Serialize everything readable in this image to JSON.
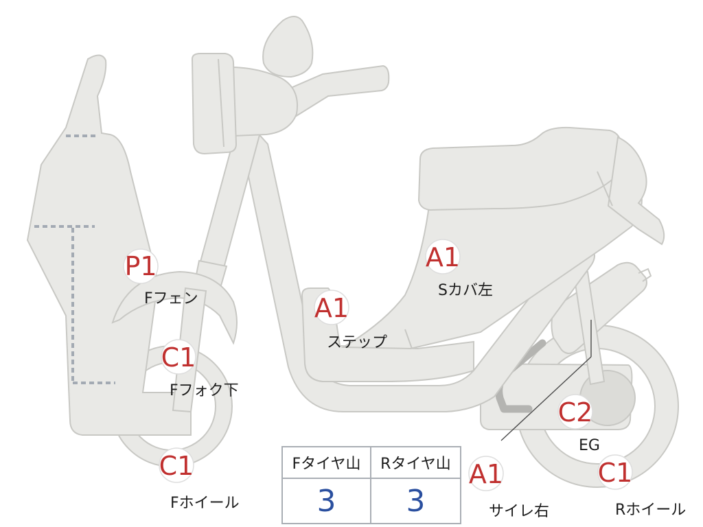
{
  "damage_markers": [
    {
      "code": "P1",
      "label": "Fフェン"
    },
    {
      "code": "A1",
      "label": "ステップ"
    },
    {
      "code": "A1",
      "label": "Sカバ左"
    },
    {
      "code": "C1",
      "label": "Fフォク下"
    },
    {
      "code": "C1",
      "label": "Fホイール"
    },
    {
      "code": "C2",
      "label": "EG"
    },
    {
      "code": "A1",
      "label": "サイレ右"
    },
    {
      "code": "C1",
      "label": "Rホイール"
    }
  ],
  "tire_tread": {
    "front_label": "Fタイヤ山",
    "rear_label": "Rタイヤ山",
    "front_value": "3",
    "rear_value": "3"
  },
  "colors": {
    "body_fill": "#e9e9e6",
    "outline": "#c8c8c4",
    "code_red": "#c0302f",
    "value_blue": "#2a4f9f"
  }
}
